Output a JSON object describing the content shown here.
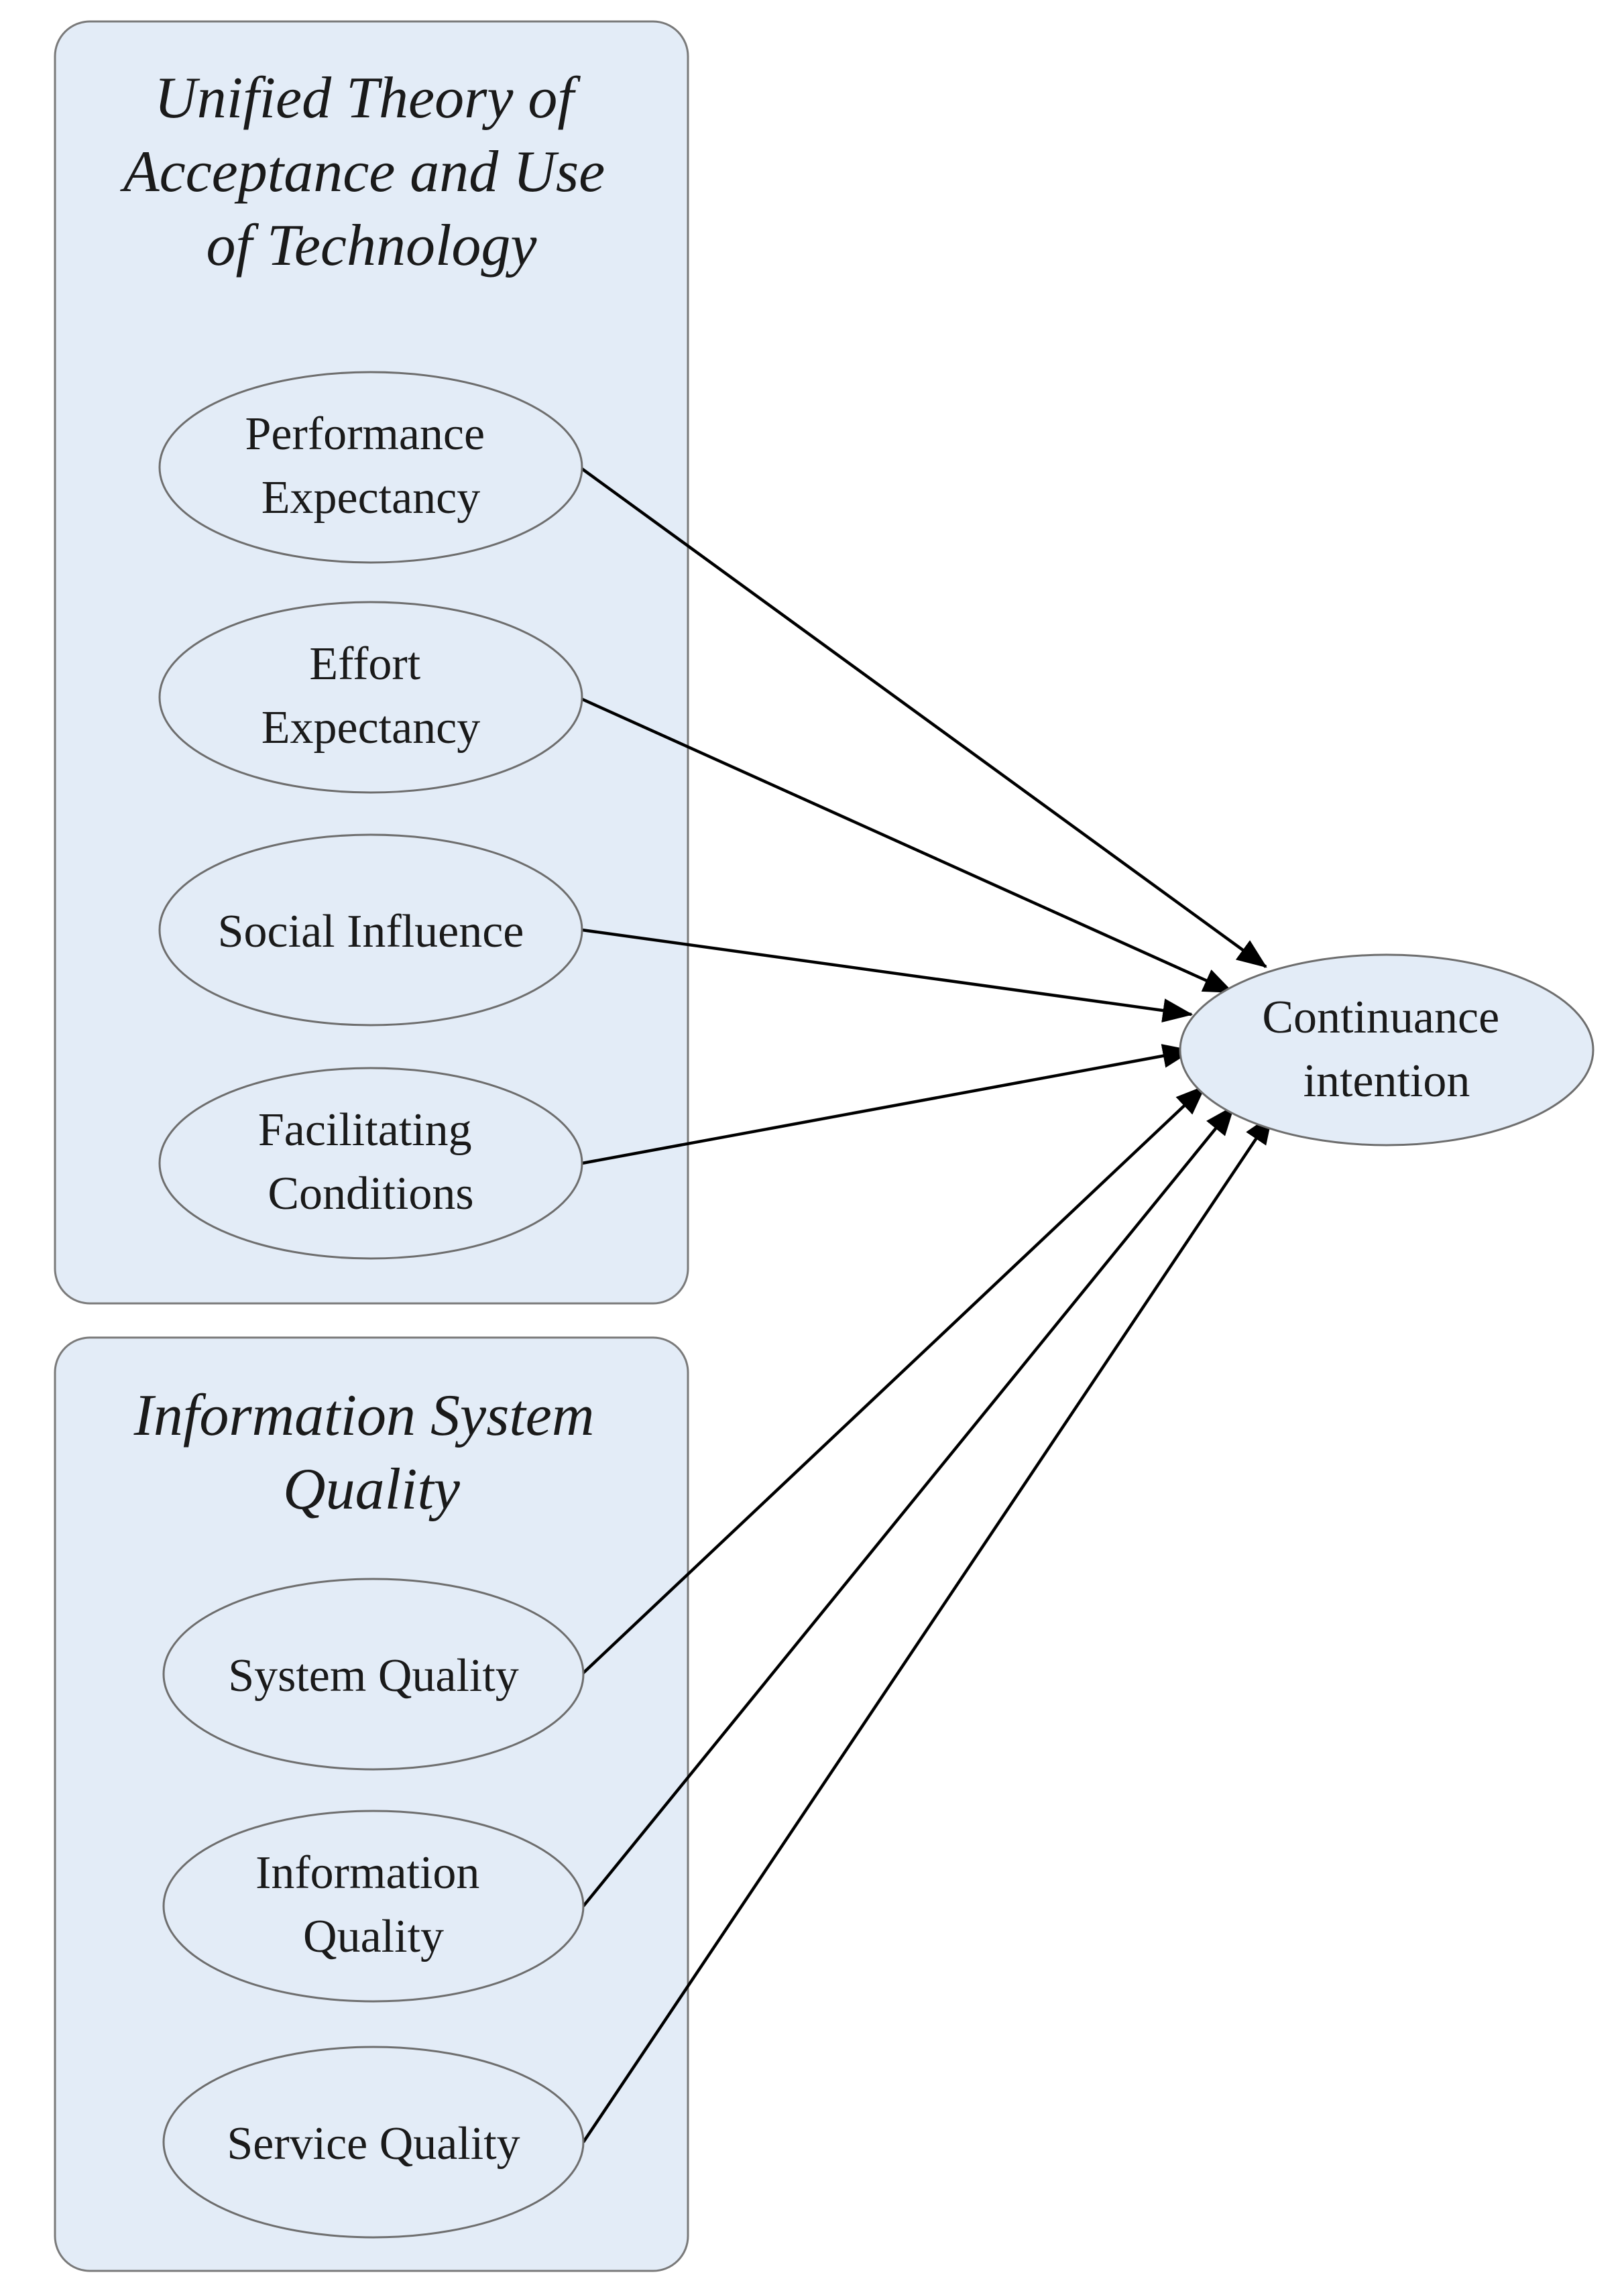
{
  "groups": {
    "utaut": {
      "title_lines": [
        "Unified Theory of",
        "Acceptance and Use",
        "of Technology"
      ]
    },
    "isq": {
      "title_lines": [
        "Information System",
        "Quality"
      ]
    }
  },
  "nodes": {
    "performance_expectancy": {
      "lines": [
        "Performance",
        "Expectancy"
      ]
    },
    "effort_expectancy": {
      "lines": [
        "Effort",
        "Expectancy"
      ]
    },
    "social_influence": {
      "lines": [
        "Social Influence"
      ]
    },
    "facilitating_conditions": {
      "lines": [
        "Facilitating",
        "Conditions"
      ]
    },
    "system_quality": {
      "lines": [
        "System Quality"
      ]
    },
    "information_quality": {
      "lines": [
        "Information",
        "Quality"
      ]
    },
    "service_quality": {
      "lines": [
        "Service Quality"
      ]
    },
    "continuance_intention": {
      "lines": [
        "Continuance",
        "intention"
      ]
    }
  },
  "edges": [
    {
      "from": "performance_expectancy",
      "to": "continuance_intention"
    },
    {
      "from": "effort_expectancy",
      "to": "continuance_intention"
    },
    {
      "from": "social_influence",
      "to": "continuance_intention"
    },
    {
      "from": "facilitating_conditions",
      "to": "continuance_intention"
    },
    {
      "from": "system_quality",
      "to": "continuance_intention"
    },
    {
      "from": "information_quality",
      "to": "continuance_intention"
    },
    {
      "from": "service_quality",
      "to": "continuance_intention"
    }
  ],
  "colors": {
    "fill": "#e3ecf7",
    "border": "#6e6e6e",
    "arrow": "#000000"
  }
}
